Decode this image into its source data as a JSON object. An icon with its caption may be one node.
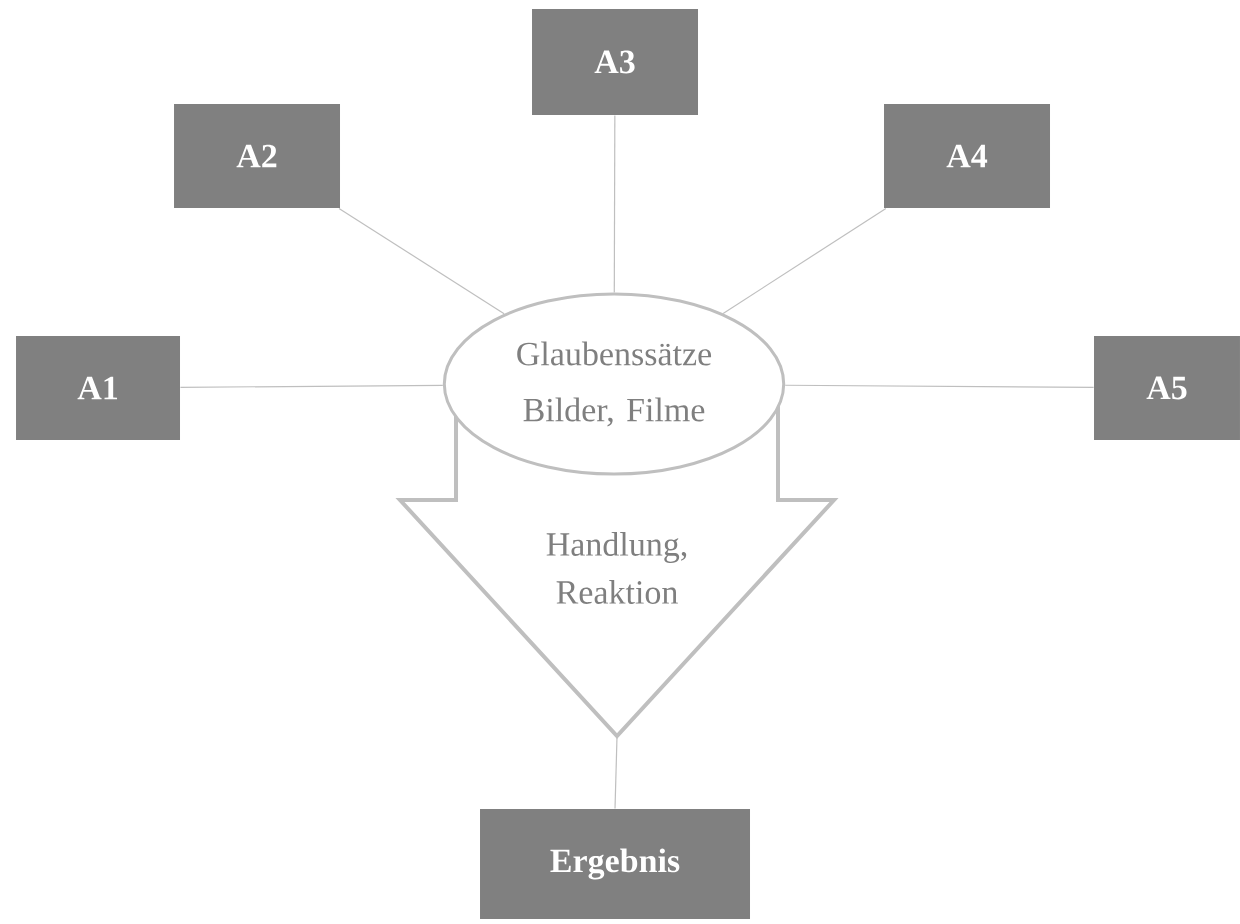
{
  "diagram": {
    "nodes": [
      {
        "text": [
          "A1"
        ]
      },
      {
        "text": [
          "A2"
        ]
      },
      {
        "text": [
          "A3"
        ]
      },
      {
        "text": [
          "A4"
        ]
      },
      {
        "text": [
          "A5"
        ]
      },
      {
        "text": [
          "Glaubenssätze Bilder, Filme"
        ]
      },
      {
        "text": [
          "Handlung, Reaktion"
        ]
      },
      {
        "text": [
          "Ergebnis"
        ]
      }
    ],
    "edges": [
      {
        "from": 0,
        "to": 5,
        "arrow": "none"
      },
      {
        "from": 1,
        "to": 5,
        "arrow": "none"
      },
      {
        "from": 2,
        "to": 5,
        "arrow": "none"
      },
      {
        "from": 3,
        "to": 5,
        "arrow": "none"
      },
      {
        "from": 4,
        "to": 5,
        "arrow": "none"
      },
      {
        "from": 6,
        "to": 7,
        "arrow": "none"
      }
    ]
  }
}
